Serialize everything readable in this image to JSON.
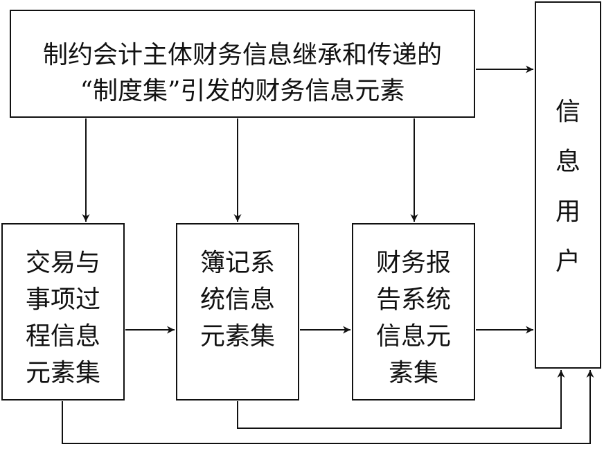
{
  "top_box": {
    "line1": "制约会计主体财务信息继承和传递的",
    "line2": "“制度集”引发的财务信息元素"
  },
  "boxes": [
    {
      "lines": [
        "交易与",
        "事项过",
        "程信息",
        "元素集"
      ]
    },
    {
      "lines": [
        "簿记系",
        "统信息",
        "元素集"
      ]
    },
    {
      "lines": [
        "财务报",
        "告系统",
        "信息元",
        "素集"
      ]
    }
  ],
  "user_box": {
    "lines": [
      "信",
      "息",
      "用",
      "户"
    ]
  },
  "colors": {
    "stroke": "#111111",
    "background": "#ffffff"
  }
}
